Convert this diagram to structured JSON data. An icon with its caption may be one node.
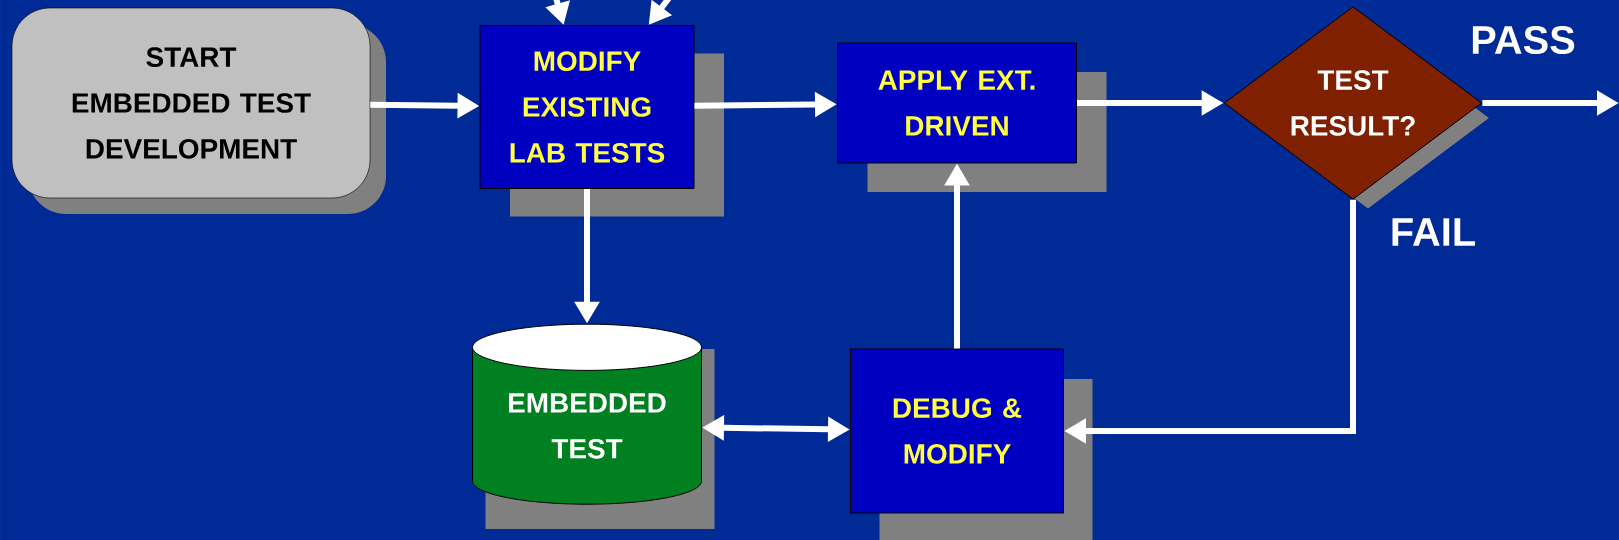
{
  "diagram": {
    "nodes": [
      {
        "text": [
          "START EMBEDDED TEST DEVELOPMENT"
        ]
      },
      {
        "text": [
          "MODIFY EXISTING LAB TESTS"
        ]
      },
      {
        "text": [
          "APPLY EXT. DRIVEN"
        ]
      },
      {
        "text": [
          "TEST RESULT?"
        ]
      },
      {
        "text": [
          "EMBEDDED TEST"
        ]
      },
      {
        "text": [
          "DEBUG & MODIFY"
        ]
      }
    ],
    "edges": [
      {
        "from": 0,
        "to": 1,
        "arrow": "to"
      },
      {
        "from": 1,
        "to": 2,
        "arrow": "to"
      },
      {
        "from": 2,
        "to": 3,
        "arrow": "to"
      },
      {
        "from": 3,
        "to": null,
        "arrow": "to",
        "label": "PASS"
      },
      {
        "from": null,
        "to": 1,
        "arrow": "to"
      },
      {
        "from": null,
        "to": 1,
        "arrow": "to"
      },
      {
        "from": 1,
        "to": 4,
        "arrow": "to"
      },
      {
        "from": 5,
        "to": 2,
        "arrow": "to"
      },
      {
        "from": 3,
        "to": 5,
        "arrow": "to",
        "label": "FAIL"
      },
      {
        "from": 4,
        "to": 5,
        "arrow": "both"
      }
    ]
  }
}
